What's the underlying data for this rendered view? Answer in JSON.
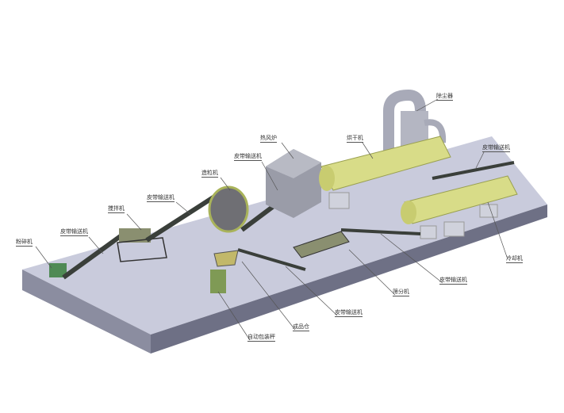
{
  "diagram": {
    "labels": {
      "crusher": "粉碎机",
      "conveyor1": "皮带输送机",
      "mixer": "搅拌机",
      "conveyor2": "皮带输送机",
      "granulator": "造粒机",
      "conveyor3": "皮带输送机",
      "hot_air_stove": "热风炉",
      "dryer": "烘干机",
      "dust_collector": "除尘器",
      "conveyor4": "皮带输送机",
      "cooler": "冷却机",
      "conveyor5": "皮带输送机",
      "screener": "筛分机",
      "conveyor6": "皮带输送机",
      "product_bin": "成品仓",
      "packing_scale": "自动包装秤"
    },
    "colors": {
      "platform_top": "#c9cbdc",
      "platform_side": "#6e7085",
      "drum": "#d8dc88",
      "steel": "#3a3f3a",
      "machine_green": "#7f9a55",
      "stove": "#9a9ca8"
    }
  }
}
